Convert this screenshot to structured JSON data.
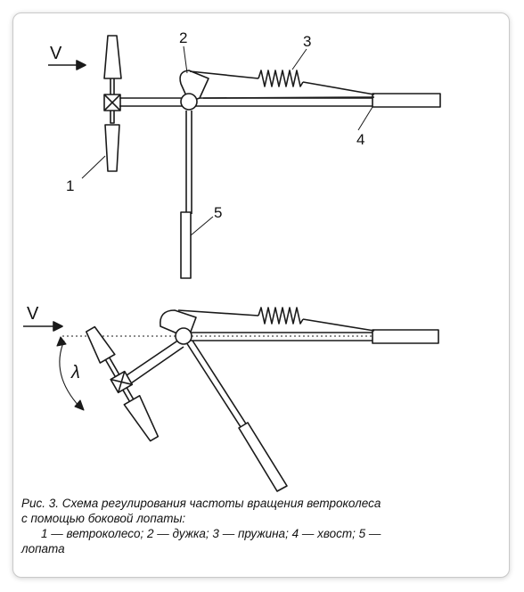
{
  "figure": {
    "top_view": {
      "wind_label": "V",
      "numbers": [
        "1",
        "2",
        "3",
        "4",
        "5"
      ]
    },
    "bottom_view": {
      "wind_label": "V",
      "angle_label": "λ"
    },
    "caption": {
      "line1": "Рис. 3. Схема регулирования частоты вращения ветроколеса",
      "line2": "с помощью боковой лопаты:",
      "line3": "1 — ветроколесо; 2 — дужка; 3 — пружина; 4 — хвост; 5 —",
      "line4": "лопата"
    }
  }
}
